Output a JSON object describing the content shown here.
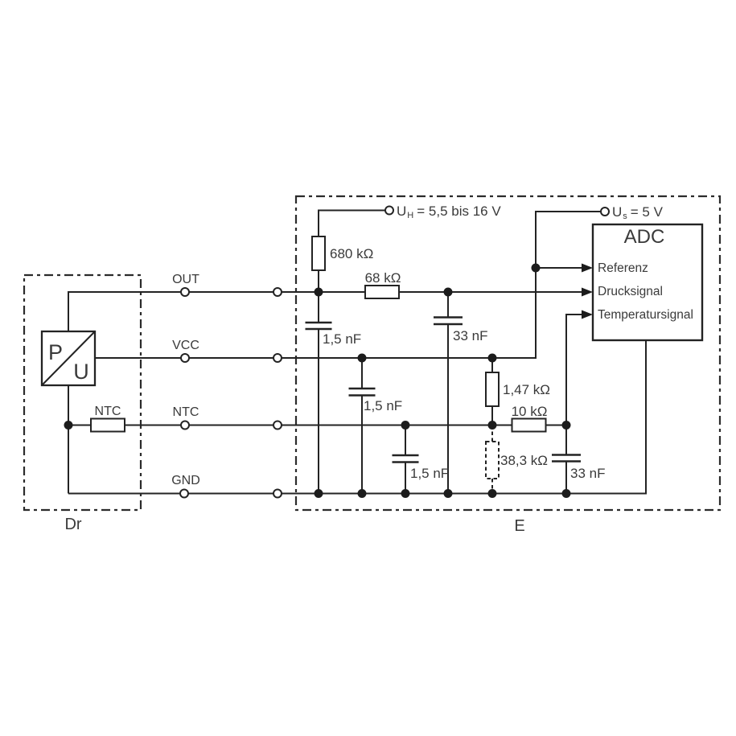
{
  "colors": {
    "line": "#232323",
    "text": "#3a3a3a",
    "background": "#ffffff"
  },
  "sensor": {
    "box_label": "Dr",
    "pu_block_p": "P",
    "pu_block_u": "U",
    "ntc_component_label": "NTC"
  },
  "ecu": {
    "box_label": "E"
  },
  "pins": {
    "out": "OUT",
    "vcc": "VCC",
    "ntc": "NTC",
    "gnd": "GND"
  },
  "supplies": {
    "uh": {
      "base": "U",
      "sub": "H",
      "rest": "= 5,5 bis 16 V"
    },
    "us": {
      "base": "U",
      "sub": "s",
      "rest": "= 5 V"
    }
  },
  "components": {
    "r680": "680 kΩ",
    "r68": "68 kΩ",
    "c1": "1,5 nF",
    "c2": "1,5 nF",
    "c3": "1,5 nF",
    "c33_top": "33 nF",
    "c33_right": "33 nF",
    "r147": "1,47 kΩ",
    "r10": "10 kΩ",
    "r383": "38,3 kΩ"
  },
  "adc": {
    "title": "ADC",
    "inputs": [
      "Referenz",
      "Drucksignal",
      "Temperatursignal"
    ]
  }
}
